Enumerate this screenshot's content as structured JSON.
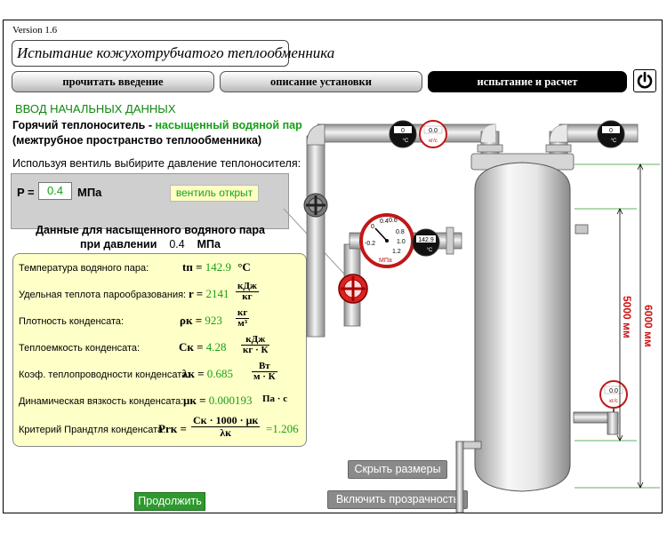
{
  "app": {
    "version": "Version 1.6",
    "title": "Испытание кожухотрубчатого теплообменника"
  },
  "nav": {
    "intro": "прочитать введение",
    "description": "описание установки",
    "test": "испытание и расчет"
  },
  "icons": {
    "power": "power-icon"
  },
  "inputs": {
    "section_title": "ВВОД НАЧАЛЬНЫХ ДАННЫХ",
    "coolant_prefix": "Горячий теплоноситель - ",
    "coolant_value": "насыщенный водяной пар",
    "coolant_note": "(межтрубное пространство теплообменника)",
    "instruction": "Используя вентиль выбирите давление теплоносителя:",
    "p_label": "P =",
    "p_value": "0.4",
    "p_unit": "МПа",
    "valve_status": "вентиль открыт"
  },
  "steam": {
    "title": "Данные для насыщенного водяного пара",
    "pressure_label": "при давлении",
    "pressure_value": "0.4",
    "pressure_unit": "МПа",
    "rows": [
      {
        "label": "Температура водяного пара:",
        "symbol": "tп =",
        "value": "142.9",
        "unit": "°C"
      },
      {
        "label": "Удельная теплота парообразования:",
        "symbol": "r =",
        "value": "2141",
        "unit_num": "кДж",
        "unit_den": "кг"
      },
      {
        "label": "Плотность конденсата:",
        "symbol": "ρк =",
        "value": "923",
        "unit_num": "кг",
        "unit_den": "м³"
      },
      {
        "label": "Теплоемкость конденсата:",
        "symbol": "Cк =",
        "value": "4.28",
        "unit_num": "кДж",
        "unit_den": "кг · К"
      },
      {
        "label": "Коэф. теплопроводности конденсата:",
        "symbol": "λк =",
        "value": "0.685",
        "unit_num": "Вт",
        "unit_den": "м · К"
      },
      {
        "label": "Динамическая вязкость конденсата:",
        "symbol": "μк =",
        "value": "0.000193",
        "unit": "Па · с"
      }
    ],
    "prandtl": {
      "label": "Критерий Прандтля конденсата:",
      "symbol": "Prк =",
      "num": "Cк · 1000 · μк",
      "den": "λк",
      "eq": "=",
      "value": "1.206"
    }
  },
  "diagram": {
    "top_left_temp": "0",
    "top_left_temp_unit": "°C",
    "top_flow": "0.0",
    "top_flow_unit": "кг/с",
    "top_right_temp": "0",
    "top_right_temp_unit": "°C",
    "gauge_unit": "МПа",
    "gauge_ticks": [
      "-0.2",
      "0",
      "0.4",
      "0.6",
      "0.8",
      "1.0",
      "1.2"
    ],
    "steam_temp": "142.9",
    "steam_temp_unit": "°C",
    "bottom_flow": "0.0",
    "bottom_flow_unit": "кг/с",
    "dim_inner": "5000 мм",
    "dim_outer": "6000 мм"
  },
  "buttons": {
    "hide_dims": "Скрыть размеры",
    "transparency": "Включить прозрачность",
    "continue": "Продолжить"
  },
  "colors": {
    "accent_green": "#16a016",
    "active_tab": "#000000",
    "dimension_red": "#d01010",
    "panel_yellow": "#ffffc8",
    "valve_red": "#c01818"
  }
}
